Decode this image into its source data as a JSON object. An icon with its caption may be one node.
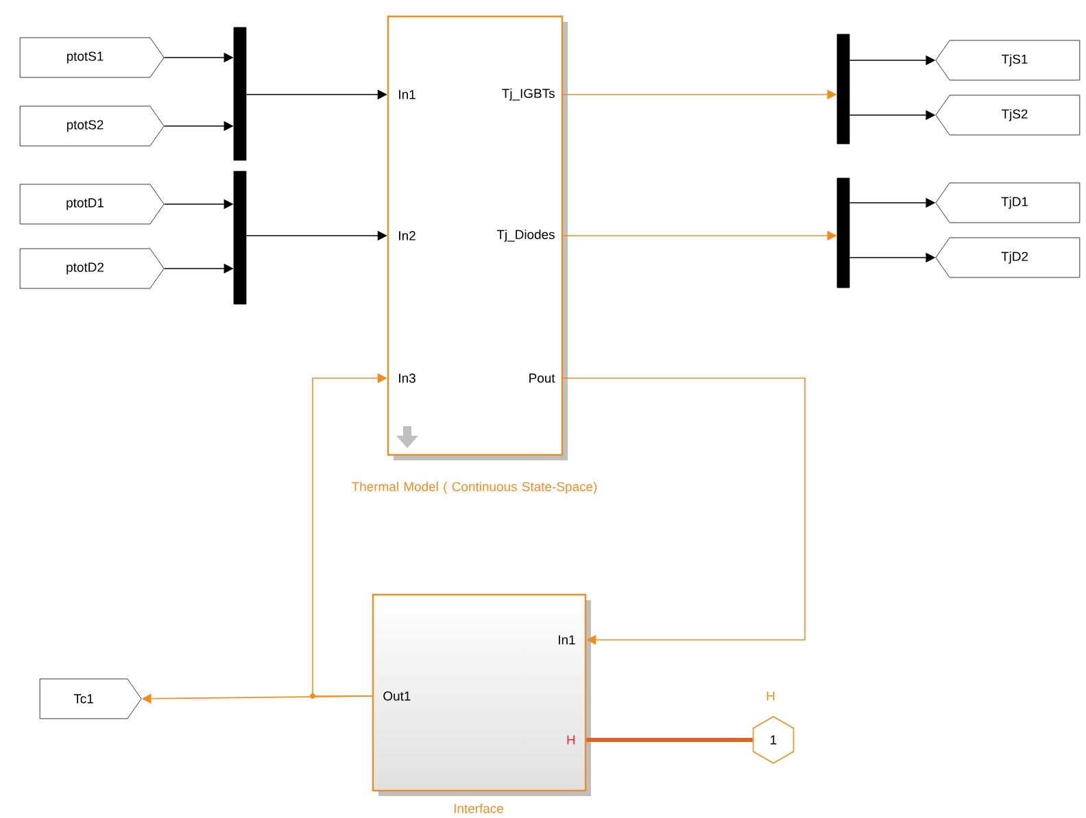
{
  "diagram": {
    "nodes": [
      {
        "text": [
          "ptotS1"
        ]
      },
      {
        "text": [
          "ptotS2"
        ]
      },
      {
        "text": [
          "ptotD1"
        ]
      },
      {
        "text": [
          "ptotD2"
        ]
      },
      {
        "text": [],
        "shape": "bar"
      },
      {
        "text": [],
        "shape": "bar"
      },
      {
        "text": [
          "In1",
          "In2",
          "In3",
          "Tj_IGBTs",
          "Tj_Diodes",
          "Pout",
          "Thermal Model ( Continuous State-Space)"
        ]
      },
      {
        "text": [],
        "shape": "bar"
      },
      {
        "text": [],
        "shape": "bar"
      },
      {
        "text": [
          "TjS1"
        ]
      },
      {
        "text": [
          "TjS2"
        ]
      },
      {
        "text": [
          "TjD1"
        ]
      },
      {
        "text": [
          "TjD2"
        ]
      },
      {
        "text": [
          "In1",
          "Out1",
          "H",
          "Interface"
        ]
      },
      {
        "text": [
          "Tc1"
        ]
      },
      {
        "text": [
          "1"
        ],
        "beside": [
          "H"
        ]
      }
    ],
    "edges": [
      {
        "from": 0,
        "to": 4,
        "arrow": "to"
      },
      {
        "from": 1,
        "to": 4,
        "arrow": "to"
      },
      {
        "from": 2,
        "to": 5,
        "arrow": "to"
      },
      {
        "from": 3,
        "to": 5,
        "arrow": "to"
      },
      {
        "from": 4,
        "to": 6,
        "arrow": "to"
      },
      {
        "from": 5,
        "to": 6,
        "arrow": "to"
      },
      {
        "from": 6,
        "to": 7,
        "arrow": "to",
        "color": "#f28c1e"
      },
      {
        "from": 6,
        "to": 8,
        "arrow": "to",
        "color": "#f28c1e"
      },
      {
        "from": 7,
        "to": 9,
        "arrow": "to"
      },
      {
        "from": 7,
        "to": 10,
        "arrow": "to"
      },
      {
        "from": 8,
        "to": 11,
        "arrow": "to"
      },
      {
        "from": 8,
        "to": 12,
        "arrow": "to"
      },
      {
        "from": 6,
        "to": 13,
        "arrow": "to",
        "color": "#f28c1e"
      },
      {
        "from": 13,
        "to": 14,
        "arrow": "to",
        "color": "#f28c1e"
      },
      {
        "from": 13,
        "to": 6,
        "arrow": "to",
        "color": "#f28c1e"
      },
      {
        "from": 13,
        "to": 15,
        "arrow": "none",
        "style": "thick",
        "color": "#e0641e"
      }
    ]
  }
}
